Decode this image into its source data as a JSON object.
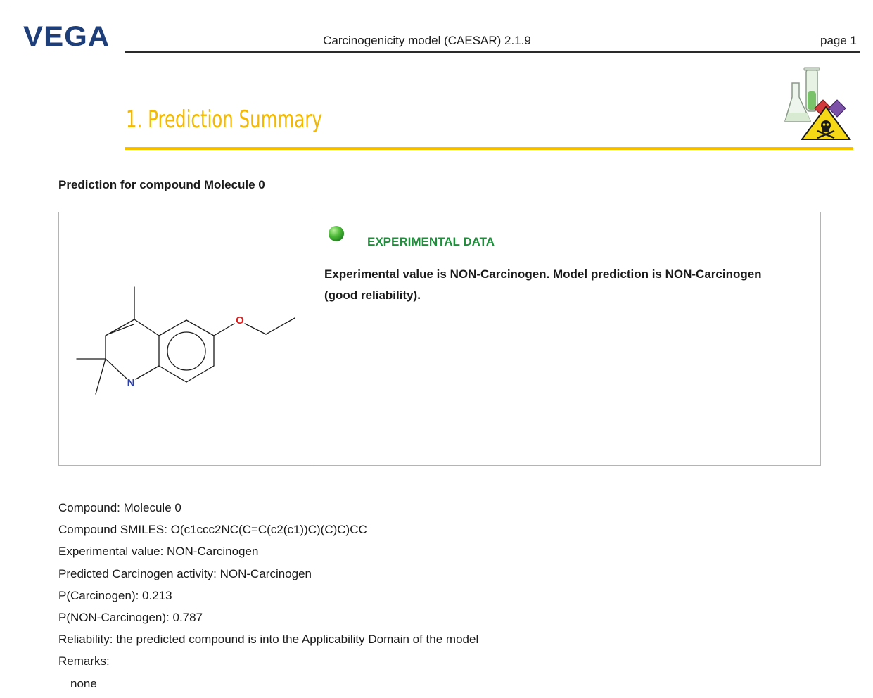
{
  "header": {
    "logo": "VEGA",
    "title": "Carcinogenicity model (CAESAR) 2.1.9",
    "page": "page 1"
  },
  "section": {
    "title": "1.  Prediction Summary"
  },
  "prediction": {
    "heading": "Prediction for compound Molecule 0",
    "status_label": "EXPERIMENTAL DATA",
    "status_color": "#1e8f3b",
    "status_text": "Experimental value is NON-Carcinogen. Model prediction is NON-Carcinogen (good reliability).",
    "molecule_atoms": {
      "oxygen": "O",
      "nitrogen": "N"
    }
  },
  "details": {
    "compound": "Compound: Molecule 0",
    "smiles": "Compound SMILES: O(c1ccc2NC(C=C(c2(c1))C)(C)C)CC",
    "experimental": "Experimental value: NON-Carcinogen",
    "predicted": "Predicted Carcinogen activity: NON-Carcinogen",
    "p_carcinogen": "P(Carcinogen): 0.213",
    "p_non_carcinogen": "P(NON-Carcinogen): 0.787",
    "reliability": "Reliability: the predicted compound is into the Applicability Domain of the model",
    "remarks_label": "Remarks:",
    "remarks_value": "none"
  },
  "colors": {
    "logo": "#1d3e78",
    "section_title": "#f5b800",
    "status_green": "#1e8f3b"
  }
}
